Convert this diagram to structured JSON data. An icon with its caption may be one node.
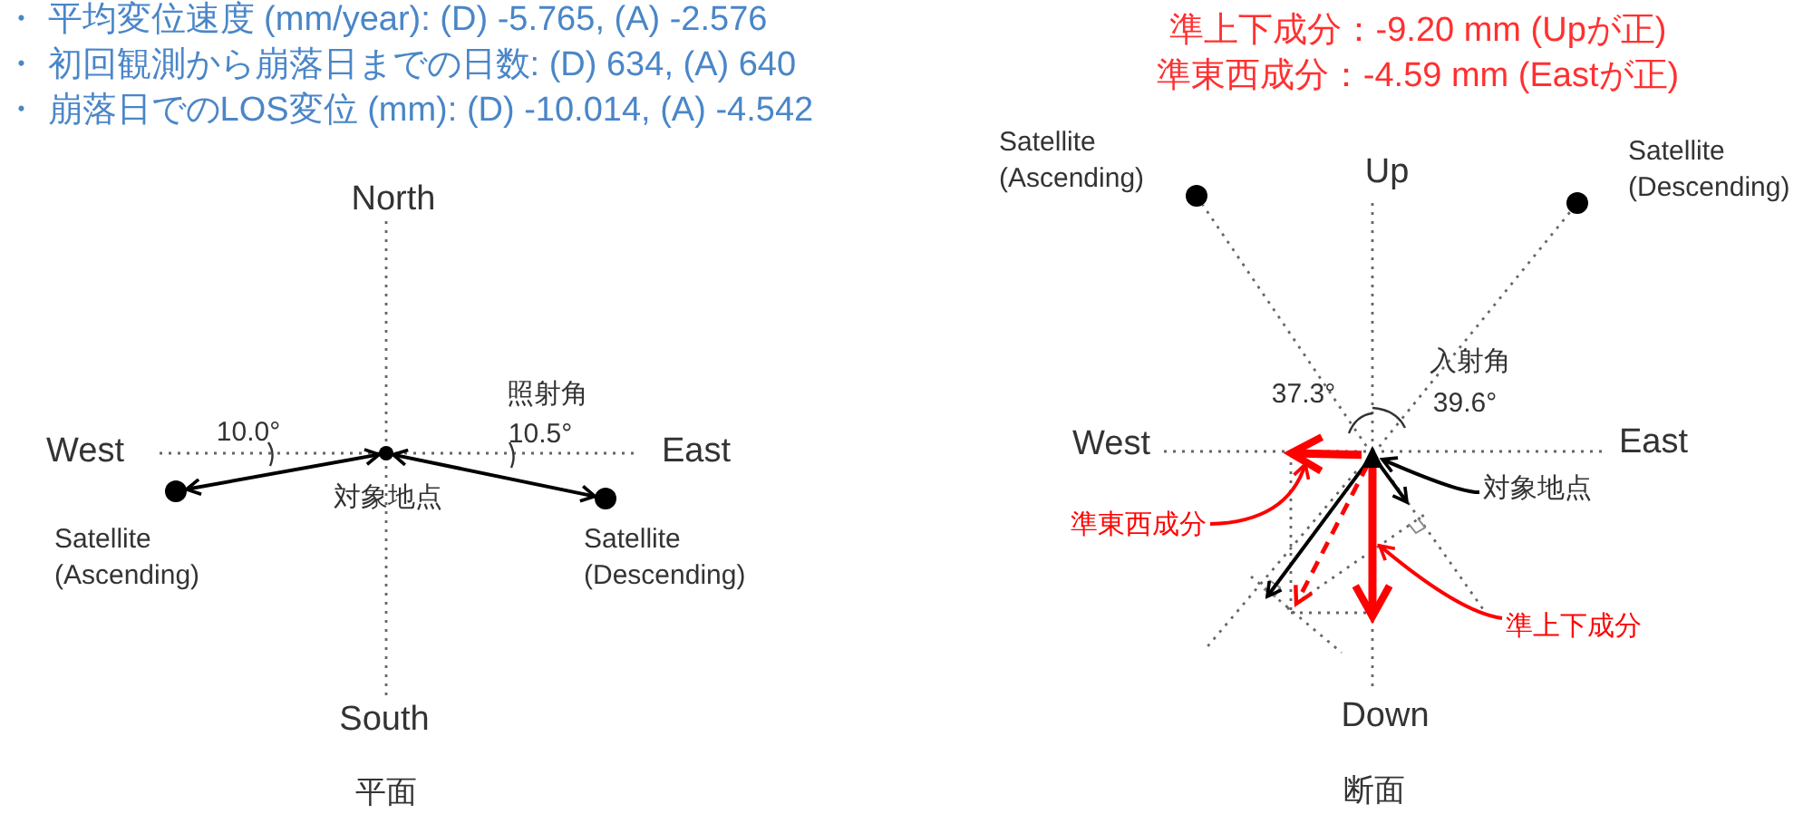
{
  "diagram": {
    "nodes": [
      {
        "text": [],
        "shape": "circle",
        "beside": [
          "対象地点"
        ]
      },
      {
        "text": [],
        "shape": "circle",
        "beside": [
          "Satellite (Ascending)"
        ]
      },
      {
        "text": [],
        "shape": "circle",
        "beside": [
          "Satellite (Descending)"
        ]
      },
      {
        "text": [],
        "shape": "circle",
        "beside": [
          "Satellite (Ascending)"
        ]
      },
      {
        "text": [],
        "shape": "circle",
        "beside": [
          "Satellite (Descending)"
        ]
      },
      {
        "text": [],
        "shape": "triangle"
      },
      {
        "text": [
          "対象地点"
        ]
      },
      {
        "text": [
          "準東西成分"
        ]
      },
      {
        "text": [
          "準上下成分"
        ]
      }
    ],
    "edges": [
      {
        "from": 0,
        "to": 1,
        "arrow": "both"
      },
      {
        "from": 0,
        "to": 2,
        "arrow": "both"
      },
      {
        "from": 5,
        "to": 3,
        "arrow": "none",
        "style": "dashed",
        "color": "#666666"
      },
      {
        "from": 5,
        "to": 4,
        "arrow": "none",
        "style": "dashed",
        "color": "#666666"
      },
      {
        "from": 6,
        "to": 5,
        "arrow": "to"
      },
      {
        "from": 5,
        "to": null,
        "arrow": "to"
      },
      {
        "from": 5,
        "to": null,
        "arrow": "to"
      },
      {
        "from": 5,
        "to": null,
        "arrow": "to",
        "style": "thick",
        "color": "#ff0000"
      },
      {
        "from": 5,
        "to": null,
        "arrow": "to",
        "style": "thick",
        "color": "#ff0000"
      },
      {
        "from": 5,
        "to": null,
        "arrow": "to",
        "style": "dashed",
        "color": "#ff0000"
      },
      {
        "from": 7,
        "to": null,
        "arrow": "to",
        "color": "#ff0000"
      },
      {
        "from": 8,
        "to": null,
        "arrow": "to",
        "color": "#ff0000"
      }
    ],
    "labels": [
      "・ 平均変位速度 (mm/year): (D) -5.765, (A) -2.576",
      "・ 初回観測から崩落日までの日数: (D) 634, (A) 640",
      "・ 崩落日でのLOS変位 (mm): (D) -10.014, (A) -4.542",
      "準上下成分：-9.20 mm (Upが正)",
      "準東西成分：-4.59 mm (Eastが正)",
      "North",
      "Up",
      "照射角",
      "入射角",
      "10.0°",
      "10.5°",
      "37.3°",
      "39.6°",
      "West",
      "East",
      "West",
      "East",
      "South",
      "Down",
      "平面",
      "断面"
    ]
  }
}
